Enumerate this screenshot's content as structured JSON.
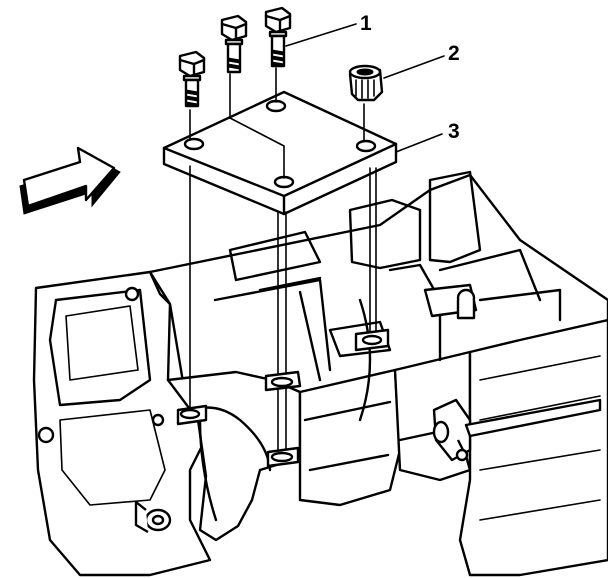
{
  "callouts": [
    {
      "id": "1",
      "label": "1"
    },
    {
      "id": "2",
      "label": "2"
    },
    {
      "id": "3",
      "label": "3"
    }
  ],
  "icons": {
    "direction_arrow": "arrow-right-icon",
    "bolt": "bolt-icon",
    "dowel": "dowel-sleeve-icon",
    "plate": "fixture-plate",
    "block": "engine-block"
  }
}
